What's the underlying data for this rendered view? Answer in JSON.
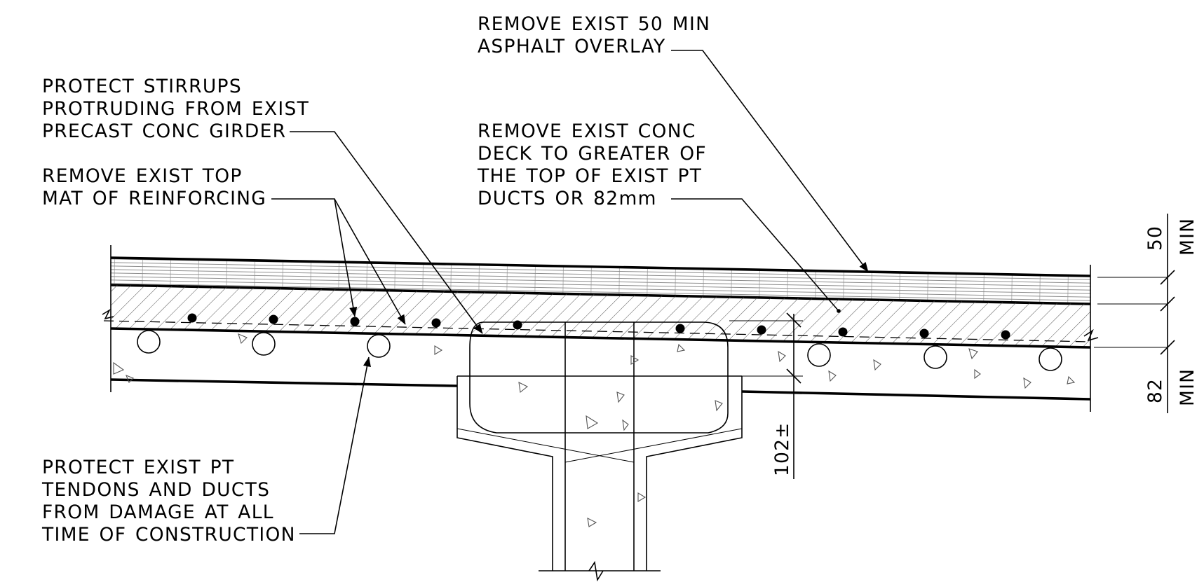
{
  "notes": {
    "asphalt_overlay": [
      "REMOVE EXIST 50 MIN",
      "ASPHALT OVERLAY"
    ],
    "protect_stirrups": [
      "PROTECT STIRRUPS",
      "PROTRUDING FROM EXIST",
      "PRECAST CONC GIRDER"
    ],
    "remove_conc_deck": [
      "REMOVE EXIST CONC",
      "DECK TO GREATER OF",
      "THE TOP OF EXIST PT",
      "DUCTS OR 82mm"
    ],
    "remove_top_mat": [
      "REMOVE EXIST TOP",
      "MAT OF REINFORCING"
    ],
    "protect_pt_tendons": [
      "PROTECT EXIST PT",
      "TENDONS AND DUCTS",
      "FROM DAMAGE AT ALL",
      "TIME OF CONSTRUCTION"
    ]
  },
  "dimensions": {
    "asphalt_value": "50",
    "asphalt_suffix": "MIN",
    "deck_value": "82",
    "deck_suffix": "MIN",
    "girder_projection": "102±"
  },
  "colors": {
    "ink": "#000000",
    "hatch": "#555555",
    "background": "#ffffff"
  }
}
